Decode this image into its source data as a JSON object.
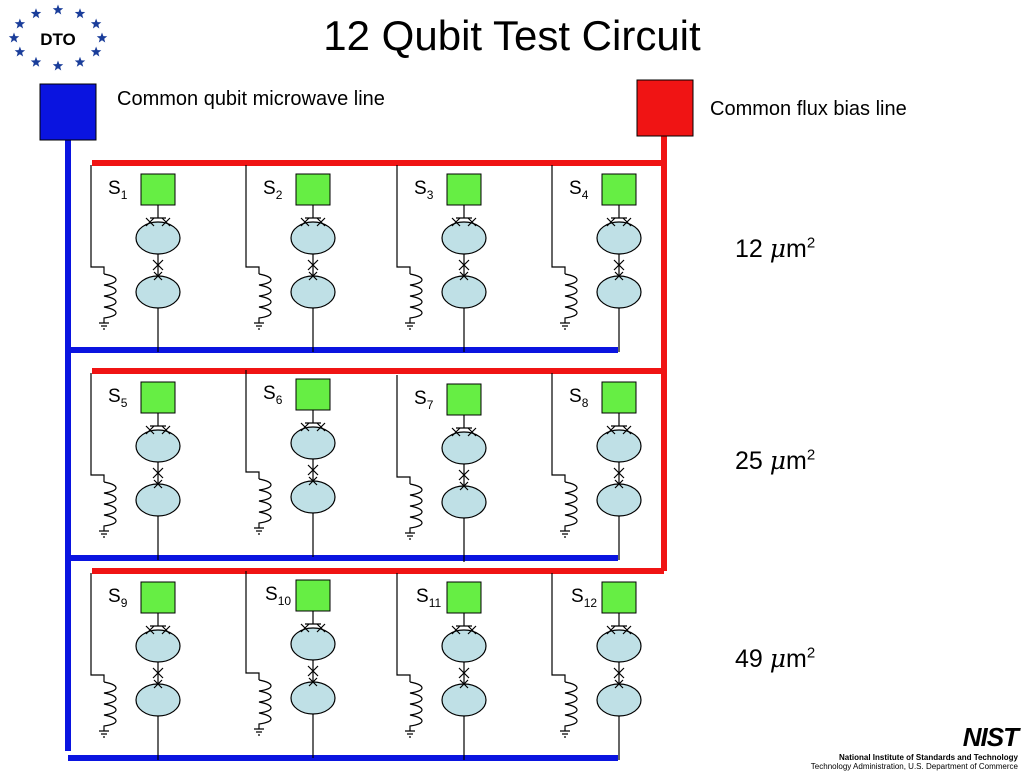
{
  "title": "12 Qubit Test Circuit",
  "logo": {
    "text": "DTO",
    "icon": "star-ring-logo"
  },
  "labels": {
    "microwave_line": "Common qubit microwave line",
    "flux_line": "Common flux bias line"
  },
  "rows": [
    {
      "area_value": "12 ",
      "area_unit": "m",
      "area_exp": "2",
      "qubits": [
        {
          "s": "S",
          "n": "1"
        },
        {
          "s": "S",
          "n": "2"
        },
        {
          "s": "S",
          "n": "3"
        },
        {
          "s": "S",
          "n": "4"
        }
      ]
    },
    {
      "area_value": "25 ",
      "area_unit": "m",
      "area_exp": "2",
      "qubits": [
        {
          "s": "S",
          "n": "5"
        },
        {
          "s": "S",
          "n": "6"
        },
        {
          "s": "S",
          "n": "7"
        },
        {
          "s": "S",
          "n": "8"
        }
      ]
    },
    {
      "area_value": "49 ",
      "area_unit": "m",
      "area_exp": "2",
      "qubits": [
        {
          "s": "S",
          "n": "9"
        },
        {
          "s": "S",
          "n": "10"
        },
        {
          "s": "S",
          "n": "11"
        },
        {
          "s": "S",
          "n": "12"
        }
      ]
    }
  ],
  "mu_symbol": "μ",
  "footer": {
    "mark": "NIST",
    "line1": "National Institute of Standards and Technology",
    "line2": "Technology Administration, U.S. Department of Commerce"
  },
  "colors": {
    "microwave_line": "#0a14e0",
    "flux_line": "#f01414",
    "squid_pad": "#66ee44",
    "junction_fill": "#bfe0e6",
    "logo_star": "#1a3d9a"
  }
}
